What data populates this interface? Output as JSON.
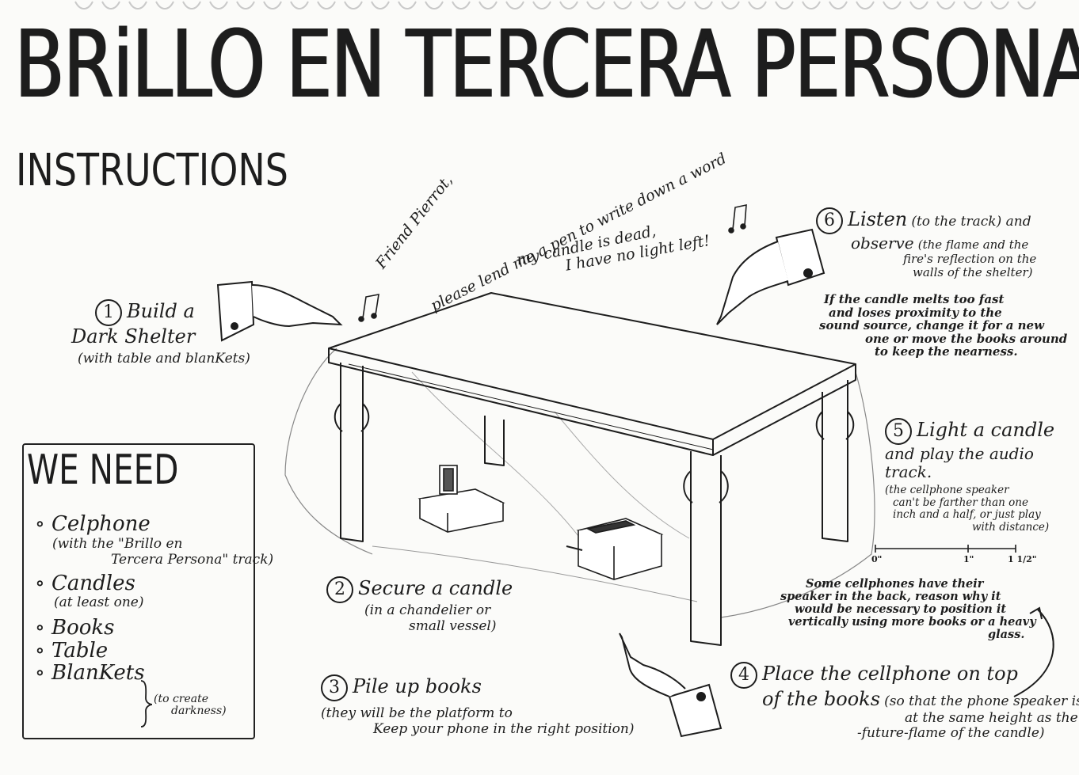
{
  "title": "BRiLLO EN TERCERA PERSONA",
  "subtitle": "INSTRUCTIONS",
  "lyrics": {
    "line1": "Friend Pierrot,",
    "line2": "please lend me a pen to write down a word",
    "line3": "my candle is dead,",
    "line4": "I have no light left!"
  },
  "steps": [
    {
      "num": "1",
      "title_a": "Build a",
      "title_b": "Dark Shelter",
      "note": "(with table and blanKets)"
    },
    {
      "num": "2",
      "title": "Secure a candle",
      "note_a": "(in a chandelier or",
      "note_b": "small vessel)"
    },
    {
      "num": "3",
      "title": "Pile up books",
      "note_a": "(they will be the platform to",
      "note_b": "Keep your phone in the right position)"
    },
    {
      "num": "4",
      "title_a": "Place the cellphone on top",
      "title_b": "of the books",
      "note_a": "(so that the phone speaker is",
      "note_b": "at the same height as the",
      "note_c": "-future-flame of the candle)"
    },
    {
      "num": "5",
      "title_a": "Light a candle",
      "title_b": "and play the audio",
      "title_c": "track.",
      "note_a": "(the cellphone speaker",
      "note_b": "can't be farther than one",
      "note_c": "inch and a half, or just play",
      "note_d": "with distance)"
    },
    {
      "num": "6",
      "title_a": "Listen",
      "title_a_note": "(to the track) and",
      "title_b": "observe",
      "note_a": "(the flame and the",
      "note_b": "fire's reflection on the",
      "note_c": "walls of the shelter)"
    }
  ],
  "candle_note": {
    "a": "If the candle melts too fast",
    "b": "and loses proximity to the",
    "c": "sound source, change it for a new",
    "d": "one or move the books around",
    "e": "to keep the nearness."
  },
  "back_note": {
    "a": "Some cellphones have their",
    "b": "speaker in the back, reason why it",
    "c": "would be necessary to position it",
    "d": "vertically using more books or a heavy",
    "e": "glass."
  },
  "ruler": {
    "l0": "0\"",
    "l1": "1\"",
    "l2": "1 1/2\""
  },
  "we_need": {
    "title": "WE NEED",
    "items": [
      {
        "label": "Celphone",
        "sub_a": "(with the \"Brillo en",
        "sub_b": "Tercera Persona\" track)"
      },
      {
        "label": "Candles",
        "sub_a": "(at least one)"
      },
      {
        "label": "Books"
      },
      {
        "label": "Table"
      },
      {
        "label": "BlanKets"
      }
    ],
    "bracket_note_a": "(to create",
    "bracket_note_b": "darkness)"
  }
}
